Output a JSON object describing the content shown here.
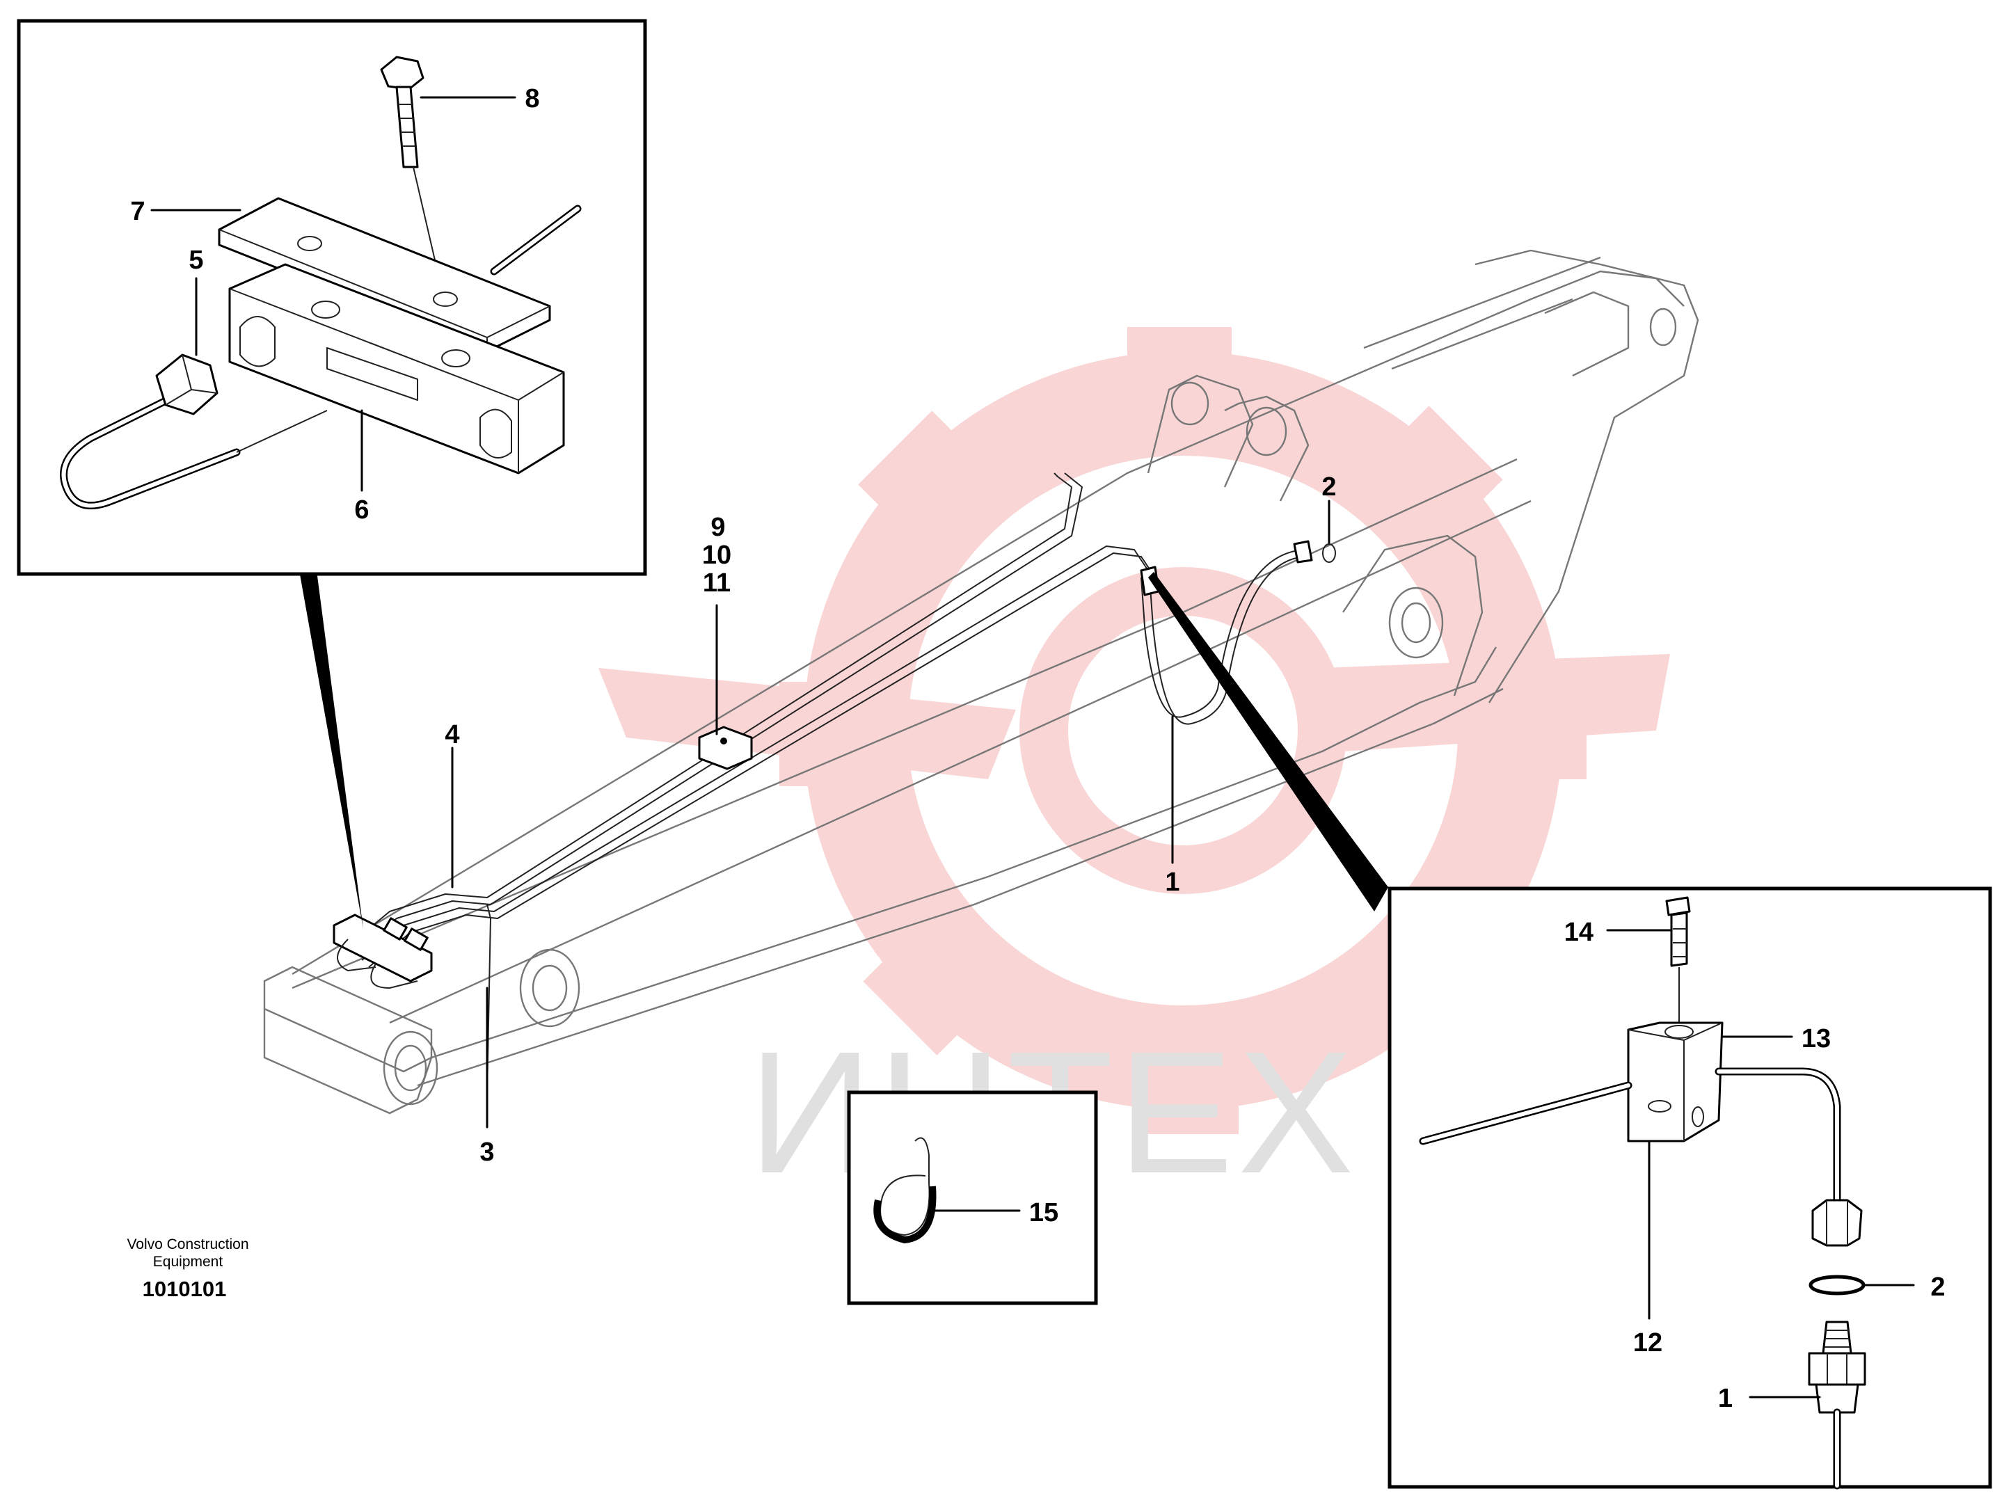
{
  "diagram": {
    "callouts": {
      "c1_main": "1",
      "c2_main": "2",
      "c3": "3",
      "c4": "4",
      "c5": "5",
      "c6": "6",
      "c7": "7",
      "c8": "8",
      "c9": "9",
      "c10": "10",
      "c11": "11",
      "c12": "12",
      "c13": "13",
      "c14": "14",
      "c15": "15",
      "c2_detail": "2",
      "c1_detail": "1"
    },
    "caption": {
      "line1": "Volvo Construction",
      "line2": "Equipment",
      "code": "1010101"
    },
    "watermark": {
      "text": "ИНТЕХ",
      "color": "#e0e0e0",
      "gear_color": "#f7c8c8"
    }
  }
}
